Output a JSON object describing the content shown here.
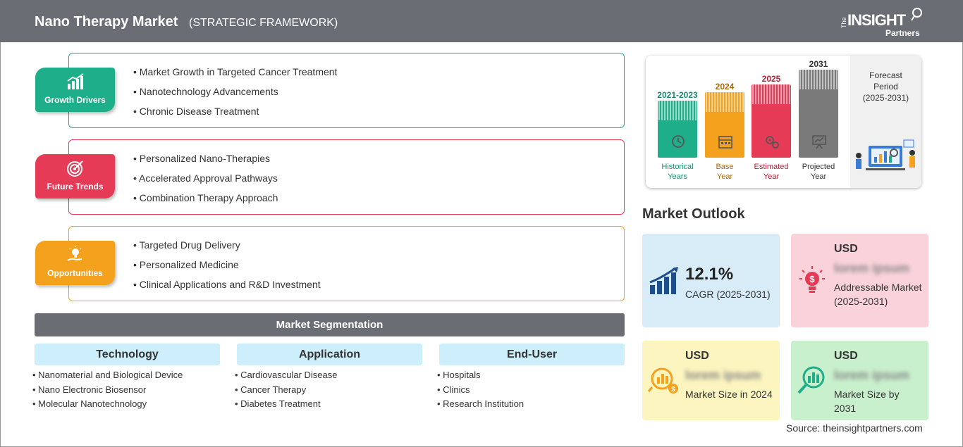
{
  "header": {
    "title": "Nano Therapy Market",
    "subtitle": "(STRATEGIC FRAMEWORK)",
    "logo": {
      "the": "The",
      "insight": "INSIGHT",
      "partners": "Partners"
    }
  },
  "drivers": [
    {
      "label": "Growth Drivers",
      "color": "#1fae8a",
      "icon": "growth-chart-icon",
      "items": [
        "Market Growth in Targeted Cancer Treatment",
        "Nanotechnology Advancements",
        "Chronic Disease Treatment"
      ]
    },
    {
      "label": "Future Trends",
      "color": "#e63b57",
      "icon": "target-icon",
      "items": [
        "Personalized Nano-Therapies",
        "Accelerated Approval Pathways",
        "Combination Therapy Approach"
      ]
    },
    {
      "label": "Opportunities",
      "color": "#f4a11d",
      "icon": "lightbulb-hand-icon",
      "items": [
        "Targeted Drug Delivery",
        "Personalized Medicine",
        "Clinical Applications and R&D Investment"
      ]
    }
  ],
  "segmentation": {
    "title": "Market Segmentation",
    "columns": [
      {
        "head": "Technology",
        "items": [
          "Nanomaterial and Biological Device",
          "Nano Electronic Biosensor",
          "Molecular Nanotechnology"
        ]
      },
      {
        "head": "Application",
        "items": [
          "Cardiovascular Disease",
          "Cancer Therapy",
          "Diabetes Treatment"
        ]
      },
      {
        "head": "End-User",
        "items": [
          "Hospitals",
          "Clinics",
          "Research Institution"
        ]
      }
    ]
  },
  "timeline": {
    "bars": [
      {
        "year": "2021-2023",
        "label1": "Historical",
        "label2": "Years",
        "color": "#1fae8a",
        "text_color": "#1a8a6e",
        "icon": "history-icon"
      },
      {
        "year": "2024",
        "label1": "Base",
        "label2": "Year",
        "color": "#f4a11d",
        "text_color": "#a86a08",
        "icon": "calendar-icon"
      },
      {
        "year": "2025",
        "label1": "Estimated",
        "label2": "Year",
        "color": "#e63b57",
        "text_color": "#b0233b",
        "icon": "gears-icon"
      },
      {
        "year": "2031",
        "label1": "Projected",
        "label2": "Year",
        "color": "#7a7a7a",
        "text_color": "#333333",
        "icon": "presentation-icon"
      }
    ],
    "forecast": {
      "label": "Forecast Period",
      "range": "(2025-2031)"
    }
  },
  "outlook": {
    "title": "Market Outlook",
    "cagr": {
      "value": "12.1%",
      "label": "CAGR (2025-2031)",
      "bg": "#d8ecf7"
    },
    "addressable": {
      "usd": "USD",
      "value": "lorem ipsum",
      "desc": "Addressable Market (2025-2031)",
      "bg": "#fad3da"
    },
    "size2024": {
      "usd": "USD",
      "value": "lorem ipsum",
      "desc": "Market Size in 2024",
      "bg": "#fcf5bf"
    },
    "size2031": {
      "usd": "USD",
      "value": "lorem ipsum",
      "desc": "Market Size by 2031",
      "bg": "#c9f0cd"
    }
  },
  "source": "Source: theinsightpartners.com"
}
